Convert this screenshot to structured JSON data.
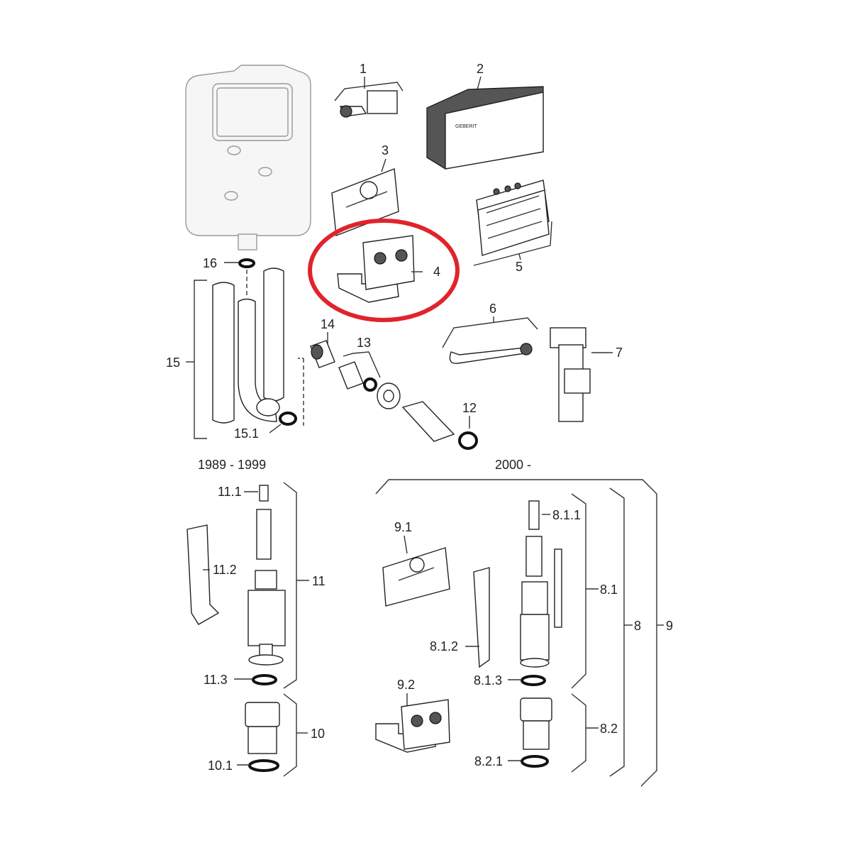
{
  "diagram": {
    "labels": {
      "l1": "1",
      "l2": "2",
      "l3": "3",
      "l4": "4",
      "l5": "5",
      "l6": "6",
      "l7": "7",
      "l8": "8",
      "l9": "9",
      "l10": "10",
      "l10_1": "10.1",
      "l11": "11",
      "l11_1": "11.1",
      "l11_2": "11.2",
      "l11_3": "11.3",
      "l12": "12",
      "l13": "13",
      "l14": "14",
      "l15": "15",
      "l15_1": "15.1",
      "l16": "16",
      "l8_1": "8.1",
      "l8_1_1": "8.1.1",
      "l8_1_2": "8.1.2",
      "l8_1_3": "8.1.3",
      "l8_2": "8.2",
      "l8_2_1": "8.2.1",
      "l9_1": "9.1",
      "l9_2": "9.2"
    },
    "period_old": "1989 - 1999",
    "period_new": "2000 -",
    "highlight": {
      "part": "4",
      "color": "#e0242b"
    },
    "brand_mark": "GEBERIT"
  }
}
